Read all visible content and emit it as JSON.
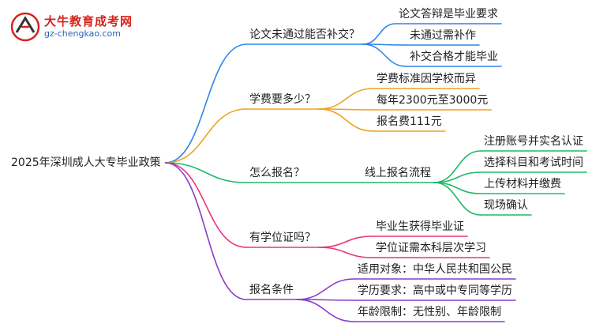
{
  "logo": {
    "name": "大牛教育成考网",
    "url": "gz-chengkao.com"
  },
  "root": "2025年深圳成人大专毕业政策",
  "branches": [
    {
      "label": "论文未通过能否补交？",
      "color": "#2f86e6",
      "children": [
        "论文答辩是毕业要求",
        "未通过需补作",
        "补交合格才能毕业"
      ]
    },
    {
      "label": "学费要多少？",
      "color": "#f0a020",
      "children": [
        "学费标准因学校而异",
        "每年2300元至3000元",
        "报名费111元"
      ]
    },
    {
      "label": "怎么报名？",
      "color": "#20b86a",
      "sub": "线上报名流程",
      "children": [
        "注册账号并实名认证",
        "选择科目和考试时间",
        "上传材料并缴费",
        "现场确认"
      ]
    },
    {
      "label": "有学位证吗？",
      "color": "#e8367a",
      "children": [
        "毕业生获得毕业证",
        "学位证需本科层次学习"
      ]
    },
    {
      "label": "报名条件",
      "color": "#8a3cc8",
      "children": [
        "适用对象：中华人民共和国公民",
        "学历要求：高中或中专同等学历",
        "年龄限制：无性别、年龄限制"
      ]
    }
  ]
}
